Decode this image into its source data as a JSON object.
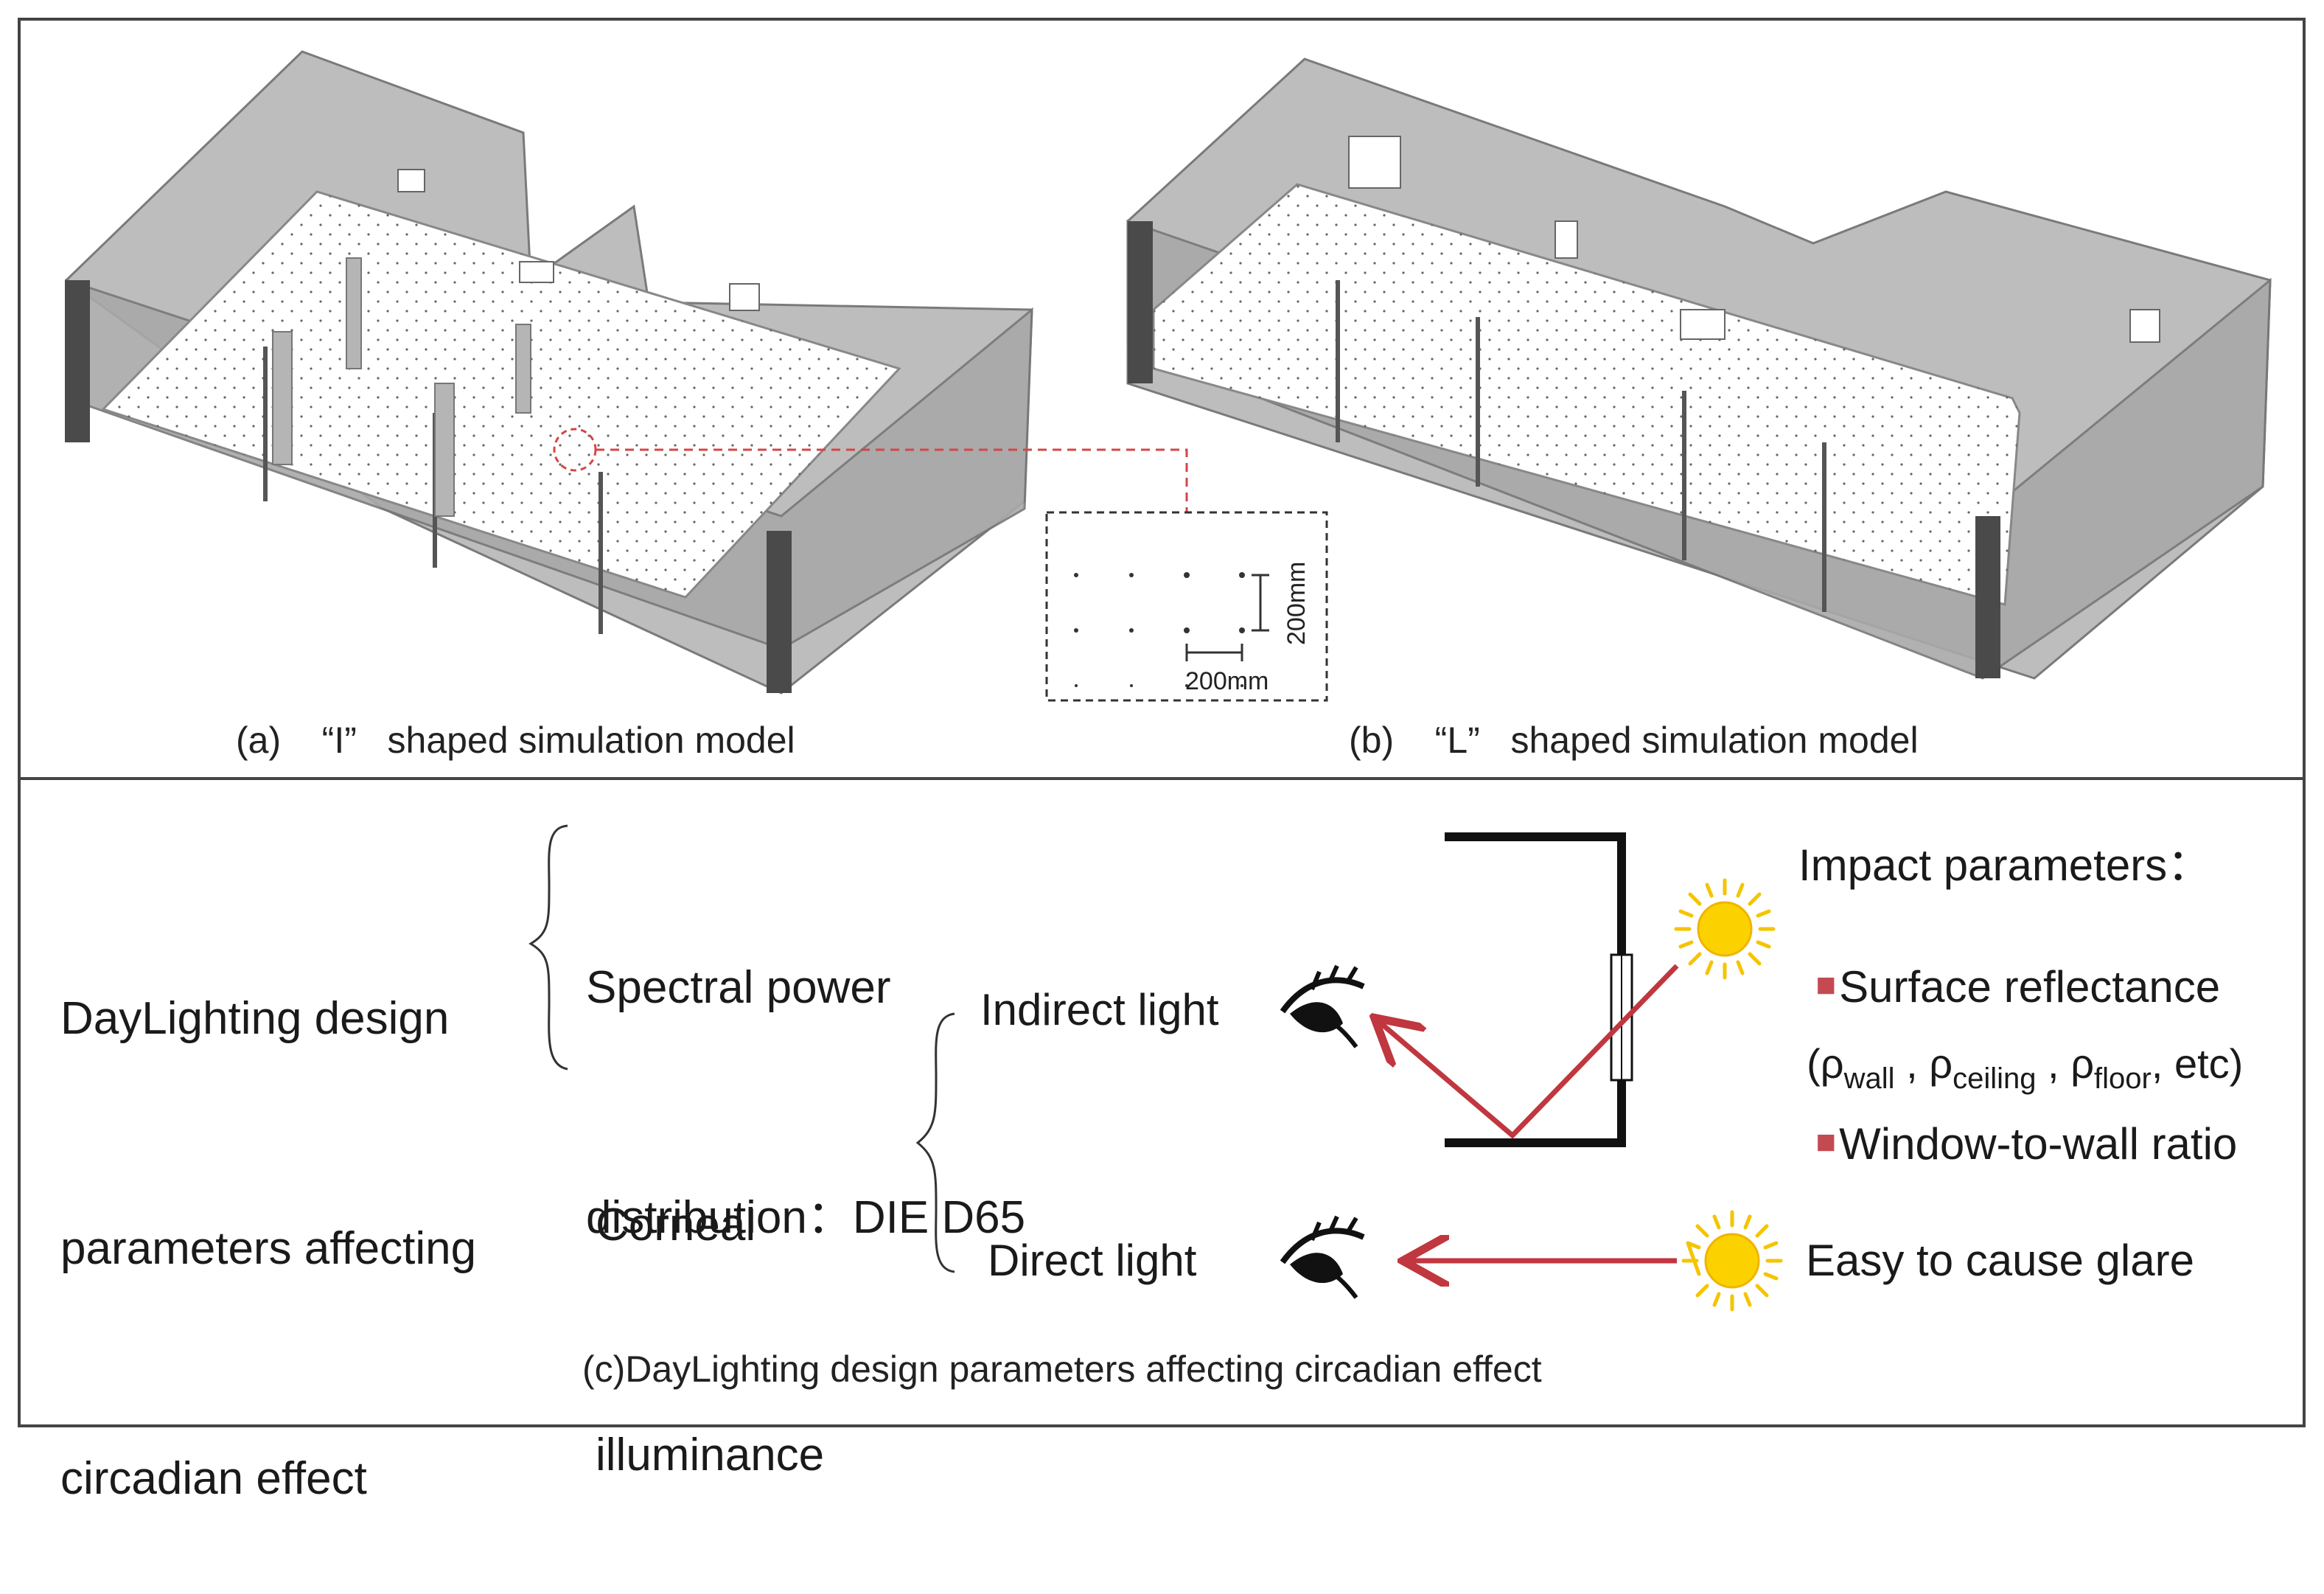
{
  "panel_a": {
    "caption": "(a)    “I”   shaped simulation model"
  },
  "panel_b": {
    "caption": "(b)    “L”   shaped simulation model"
  },
  "inset": {
    "vertical_dim": "200mm",
    "horizontal_dim": "200mm"
  },
  "panel_c": {
    "caption": "(c)DayLighting design parameters affecting circadian effect",
    "heading_lines": [
      "DayLighting design",
      "parameters affecting",
      "circadian effect"
    ],
    "spd_lines": [
      "Spectral power",
      "distribution：DIE D65"
    ],
    "corneal_lines": [
      "Corneal",
      "illuminance"
    ],
    "indirect_label": "Indirect light",
    "direct_label": "Direct light",
    "impact_title": "Impact parameters：",
    "surface_reflectance": "Surface reflectance",
    "reflectance_open": "(",
    "rho": "ρ",
    "wall_sub": "wall",
    "ceiling_sub": "ceiling",
    "floor_sub": "floor",
    "sep": " , ",
    "etc": ", etc)",
    "window_ratio": "Window-to-wall ratio",
    "glare": "Easy to cause glare"
  },
  "colors": {
    "arrow": "#c0373f",
    "sun": "#f5c400",
    "sun_core": "#fbd200",
    "wall": "#8a8a8a",
    "frame": "#333333"
  },
  "icons": [
    "eye-icon",
    "sun-icon",
    "arrow-icon"
  ]
}
